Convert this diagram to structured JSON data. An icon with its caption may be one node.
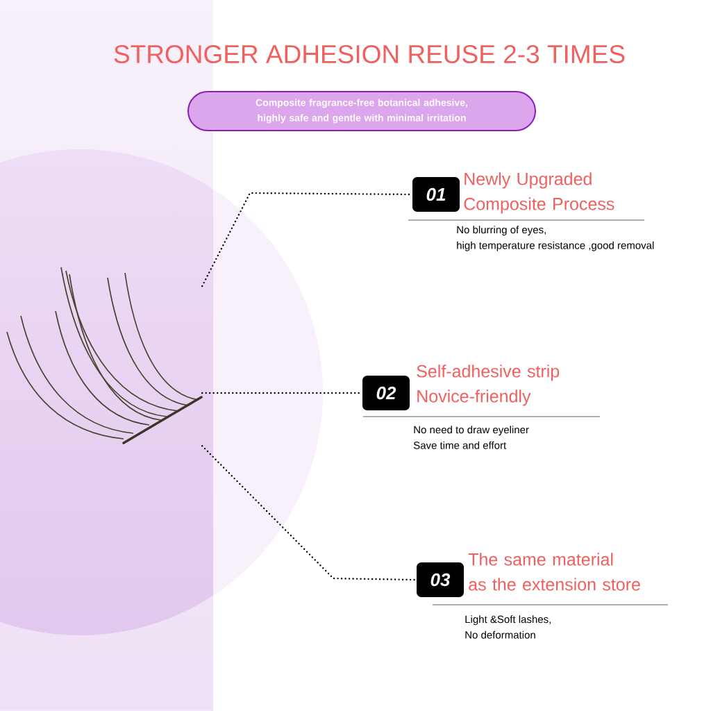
{
  "diagram": {
    "title": "STRONGER ADHESION REUSE 2-3 TIMES",
    "nodes": [
      {
        "text": [
          "Composite fragrance-free botanical adhesive, highly safe and gentle with minimal irritation"
        ]
      },
      {
        "text": [],
        "shape": "picture"
      },
      {
        "text": [
          "01"
        ],
        "beside": [
          "Newly Upgraded Composite Process",
          "No blurring of eyes,",
          "high temperature resistance ,good removal"
        ]
      },
      {
        "text": [
          "02"
        ],
        "beside": [
          "Self-adhesive strip Novice-friendly",
          "No need to draw eyeliner",
          "Save time and effort"
        ]
      },
      {
        "text": [
          "03"
        ],
        "beside": [
          "The same material as the extension store",
          "Light &Soft lashes,",
          "No deformation"
        ]
      }
    ],
    "edges": [
      {
        "from": 1,
        "to": 2,
        "arrow": "none"
      },
      {
        "from": 1,
        "to": 3,
        "arrow": "none"
      },
      {
        "from": 1,
        "to": 4,
        "arrow": "none"
      }
    ]
  }
}
